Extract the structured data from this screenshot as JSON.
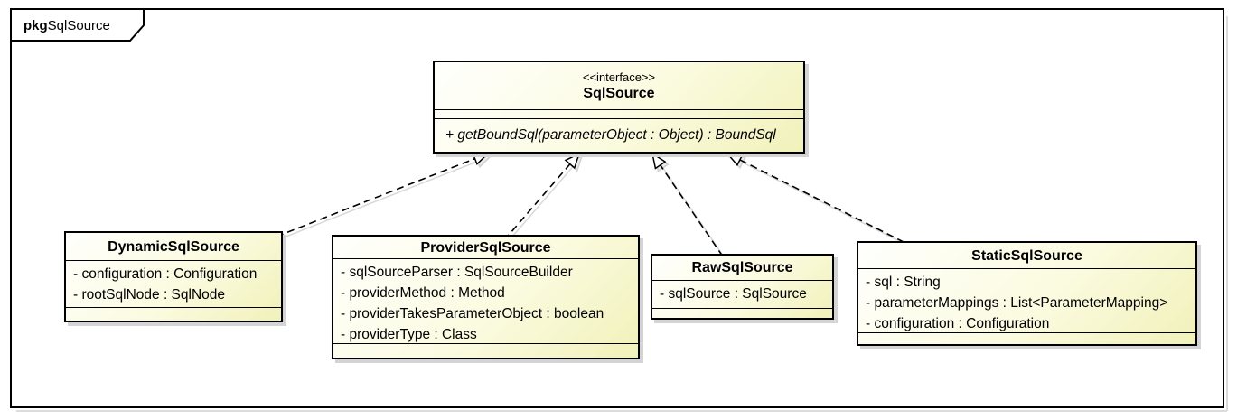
{
  "package": {
    "keyword": "pkg",
    "name": "SqlSource"
  },
  "interface": {
    "stereotype": "<<interface>>",
    "name": "SqlSource",
    "attributes": [],
    "methods": [
      "+ getBoundSql(parameterObject : Object) : BoundSql"
    ]
  },
  "classes": [
    {
      "name": "DynamicSqlSource",
      "attrs": [
        "- configuration : Configuration",
        "- rootSqlNode : SqlNode"
      ]
    },
    {
      "name": "ProviderSqlSource",
      "attrs": [
        "- sqlSourceParser : SqlSourceBuilder",
        "- providerMethod : Method",
        "- providerTakesParameterObject : boolean",
        "- providerType : Class"
      ]
    },
    {
      "name": "RawSqlSource",
      "attrs": [
        "- sqlSource : SqlSource"
      ]
    },
    {
      "name": "StaticSqlSource",
      "attrs": [
        "- sql : String",
        "- parameterMappings : List<ParameterMapping>",
        "- configuration : Configuration"
      ]
    }
  ],
  "relations": [
    {
      "from": "DynamicSqlSource",
      "to": "SqlSource",
      "type": "realization"
    },
    {
      "from": "ProviderSqlSource",
      "to": "SqlSource",
      "type": "realization"
    },
    {
      "from": "RawSqlSource",
      "to": "SqlSource",
      "type": "realization"
    },
    {
      "from": "StaticSqlSource",
      "to": "SqlSource",
      "type": "realization"
    }
  ],
  "colors": {
    "box_fill_top": "#fffffd",
    "box_fill_bottom": "#f1f1ba",
    "box_border": "#000000",
    "drop_shadow": "#d4d4d4",
    "connector": "#000000",
    "connector_shadow": "#d8d8d8",
    "background": "#ffffff"
  }
}
